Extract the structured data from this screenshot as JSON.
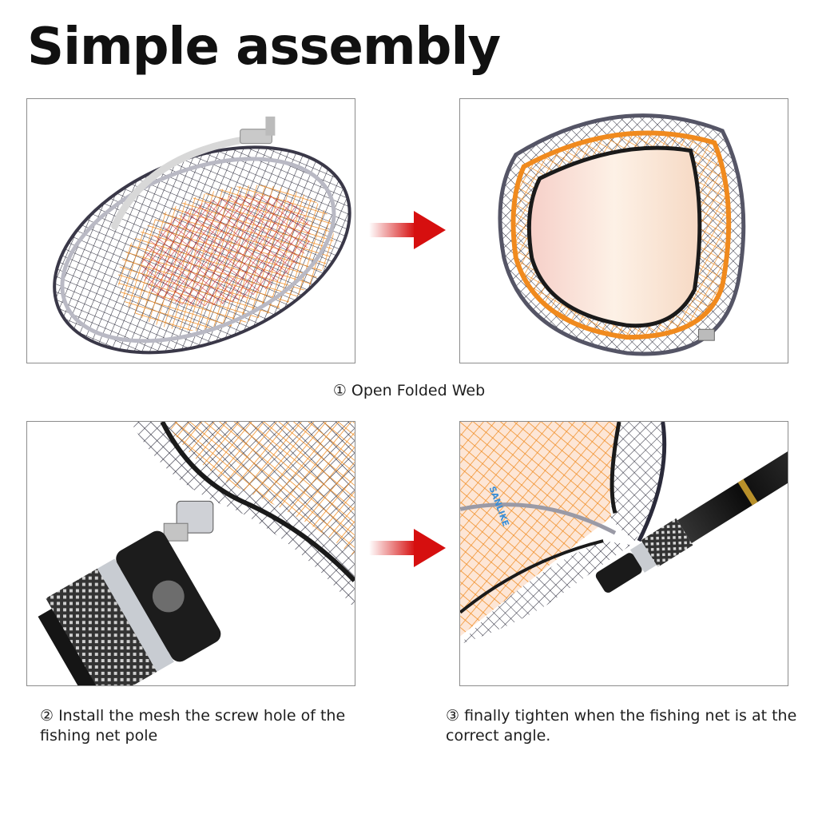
{
  "title": "Simple assembly",
  "steps": [
    {
      "number": "①",
      "caption": "① Open Folded Web"
    },
    {
      "number": "②",
      "caption": "② Install the mesh the screw hole of the fishing net pole"
    },
    {
      "number": "③",
      "caption": "③ finally tighten when the fishing net is at the correct angle."
    }
  ],
  "brand_label": "SANLIKE",
  "icons": {
    "step_arrow": "arrow-right-icon"
  },
  "colors": {
    "arrow": "#d60f0f",
    "panel_border": "#8c8c8c",
    "mesh_orange": "#f08a1e",
    "mesh_red": "#c2202a",
    "mesh_dark": "#2a2a3a"
  }
}
